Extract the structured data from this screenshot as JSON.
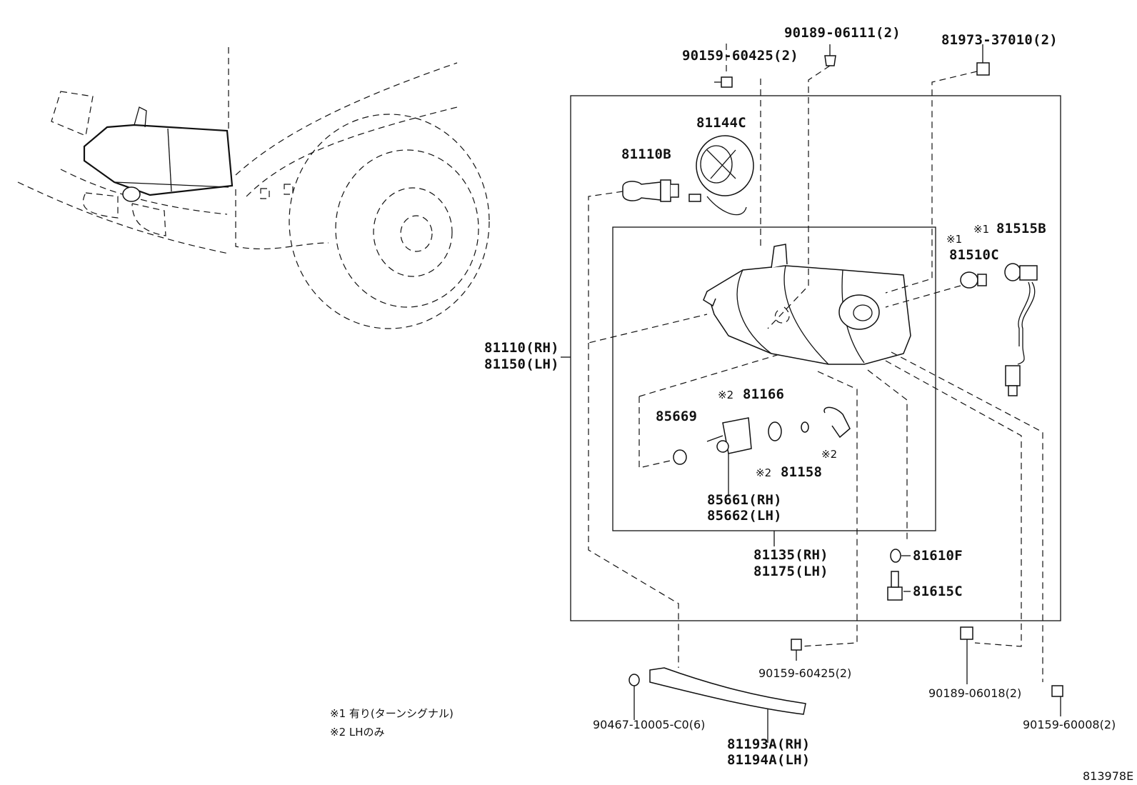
{
  "labels": {
    "p90189_06111": "90189-06111(2)",
    "p81973_37010": "81973-37010(2)",
    "p90159_60425_top": "90159-60425(2)",
    "p81144C": "81144C",
    "p81110B": "81110B",
    "p81515B_mark": "※1",
    "p81515B": "81515B",
    "p81510C_mark": "※1",
    "p81510C": "81510C",
    "p81110_rh": "81110(RH)",
    "p81150_lh": "81150(LH)",
    "p81166_mark": "※2",
    "p81166": "81166",
    "p85669": "85669",
    "p81158_mark": "※2",
    "p81158": "81158",
    "p_clip_mark": "※2",
    "p85661_rh": "85661(RH)",
    "p85662_lh": "85662(LH)",
    "p81135_rh": "81135(RH)",
    "p81175_lh": "81175(LH)",
    "p81610F": "81610F",
    "p81615C": "81615C",
    "p90159_60425_bot": "90159-60425(2)",
    "p90189_06018": "90189-06018(2)",
    "p90159_60008": "90159-60008(2)",
    "p90467_10005": "90467-10005-C0(6)",
    "p81193A_rh": "81193A(RH)",
    "p81194A_lh": "81194A(LH)"
  },
  "notes": {
    "note1": "※1 有り(ターンシグナル)",
    "note2": "※2 LHのみ"
  },
  "diagram_code": "813978E"
}
